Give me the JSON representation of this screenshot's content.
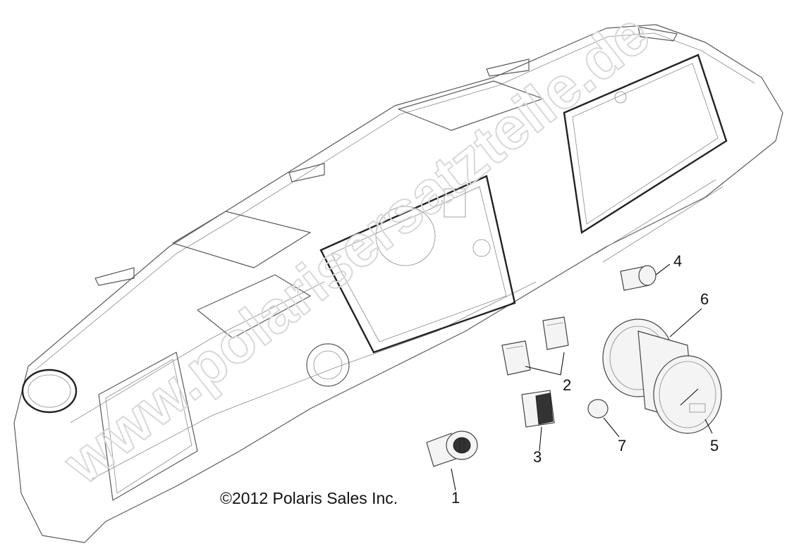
{
  "watermark": "www.polarisersatzteile.de",
  "copyright": "©2012 Polaris Sales Inc.",
  "callouts": [
    "1",
    "2",
    "3",
    "4",
    "5",
    "6",
    "7"
  ]
}
